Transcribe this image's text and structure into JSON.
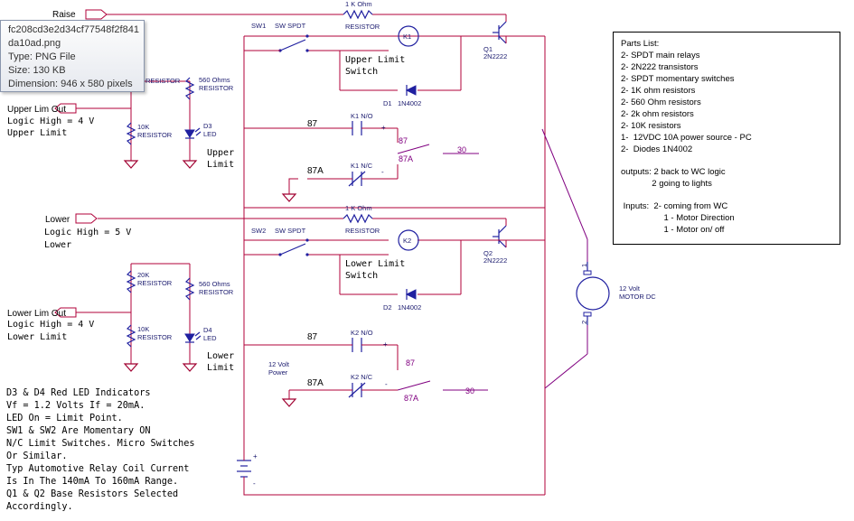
{
  "tooltip": {
    "filename_line1": "fc208cd3e2d34cf77548f2f841",
    "filename_line2": "da10ad.png",
    "type": "Type: PNG File",
    "size": "Size: 130 KB",
    "dimension": "Dimension: 946 x 580 pixels"
  },
  "parts_list": {
    "title": "Parts List:",
    "items": [
      "2- SPDT main relays",
      "2- 2N222 transistors",
      "2- SPDT momentary switches",
      "2- 1K ohm resistors",
      "2- 560 Ohm resistors",
      "2- 2k ohm resistors",
      "2- 10K resistors",
      "1-  12VDC 10A power source - PC",
      "2-  Diodes 1N4002"
    ],
    "outputs_1": "outputs: 2 back to WC logic",
    "outputs_2": "             2 going to lights",
    "inputs_1": " Inputs:  2- coming from WC",
    "inputs_2": "                  1 - Motor Direction",
    "inputs_3": "                  1 - Motor on/ off"
  },
  "inputs": {
    "raise": "Raise",
    "upper_lim_out": "Upper Lim Out",
    "lower": "Lower",
    "lower_lim_out": "Lower Lim Out"
  },
  "logic": {
    "upper_1": "Logic High = 4 V",
    "upper_2": "Upper Limit",
    "lower_1": "Logic High = 5 V",
    "lower_2": "Lower",
    "lowerlim_1": "Logic High = 4 V",
    "lowerlim_2": "Lower Limit"
  },
  "components": {
    "r1k": "1 K Ohm",
    "resistor": "RESISTOR",
    "sw1": "SW1",
    "sw2": "SW2",
    "sw_spdt": "SW SPDT",
    "k1": "K1",
    "k2": "K2",
    "q1": "Q1",
    "q2": "Q2",
    "q_part": "2N2222",
    "upper_limit_switch_1": "Upper Limit",
    "upper_limit_switch_2": "Switch",
    "lower_limit_switch_1": "Lower Limit",
    "lower_limit_switch_2": "Switch",
    "d1": "D1",
    "d2": "D2",
    "diode_part": "1N4002",
    "r560": "560 Ohms",
    "r10k": "10K",
    "r20k": "20K",
    "d3": "D3",
    "d4": "D4",
    "led": "LED",
    "upper_led_1": "Upper",
    "upper_led_2": "Limit",
    "lower_led_1": "Lower",
    "lower_led_2": "Limit",
    "k1_no": "K1 N/O",
    "k1_nc": "K1 N/C",
    "k2_no": "K2 N/O",
    "k2_nc": "K2 N/C",
    "pin87": "87",
    "pin87a": "87A",
    "pin30": "30",
    "plus": "+",
    "minus": "-",
    "motor_1": "12 Volt",
    "motor_2": "MOTOR DC",
    "motor_pin1": "1",
    "motor_pin2": "2",
    "power_1": "12 Volt",
    "power_2": "Power",
    "r560_suffix": "RESISTOR",
    "partial_resistor": "RESISTOR"
  },
  "notes": [
    "D3 & D4 Red LED Indicators",
    "Vf = 1.2 Volts If = 20mA.",
    "LED On = Limit Point.",
    "SW1 & SW2 Are Momentary ON",
    "N/C Limit Switches. Micro Switches",
    "Or Similar.",
    "Typ Automotive Relay Coil Current",
    "Is In The 140mA To 160mA Range.",
    "Q1 & Q2 Base Resistors Selected",
    "Accordingly."
  ]
}
